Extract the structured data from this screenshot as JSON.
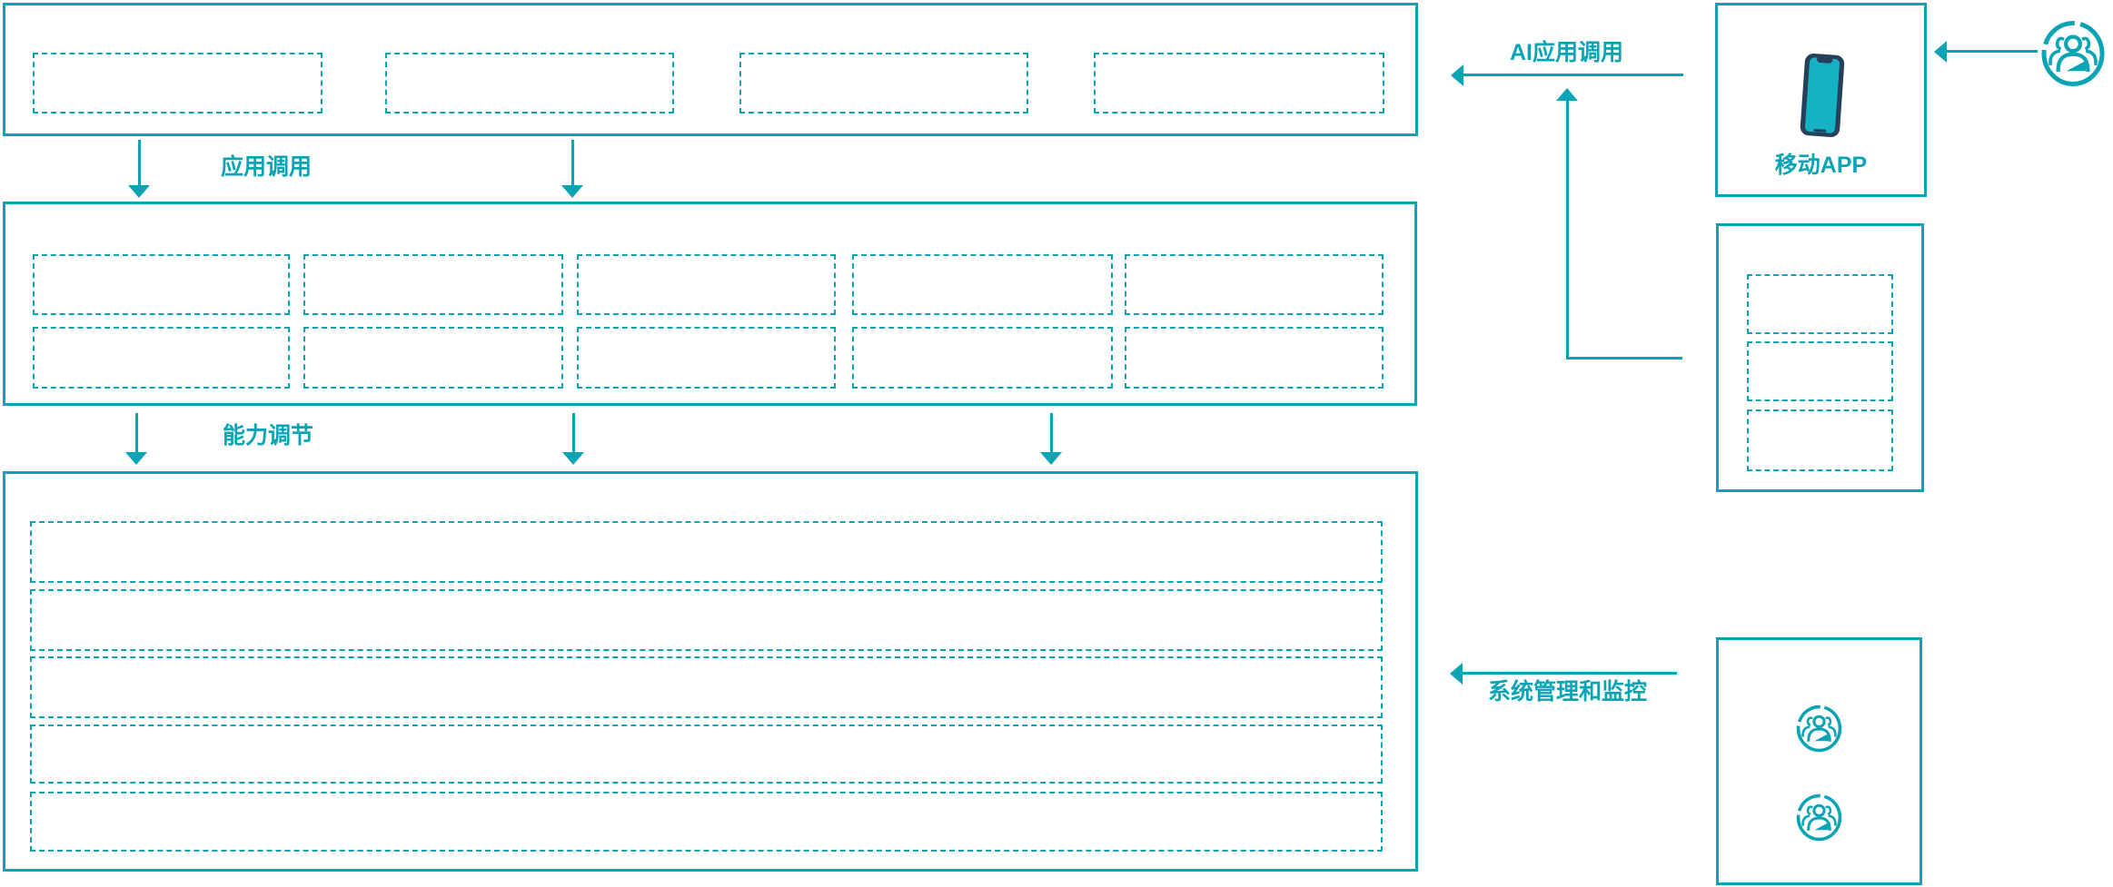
{
  "colors": {
    "accent": "#0aa4b5",
    "phone_body": "#274059",
    "phone_screen": "#14b2c4",
    "background": "#ffffff"
  },
  "labels": {
    "app_call": "应用调用",
    "capability_adjust": "能力调节",
    "ai_app_call": "AI应用调用",
    "system_monitor": "系统管理和监控",
    "mobile_app": "移动APP"
  },
  "icons": {
    "phone": "mobile-phone-icon",
    "user_group": "user-group-icon"
  }
}
